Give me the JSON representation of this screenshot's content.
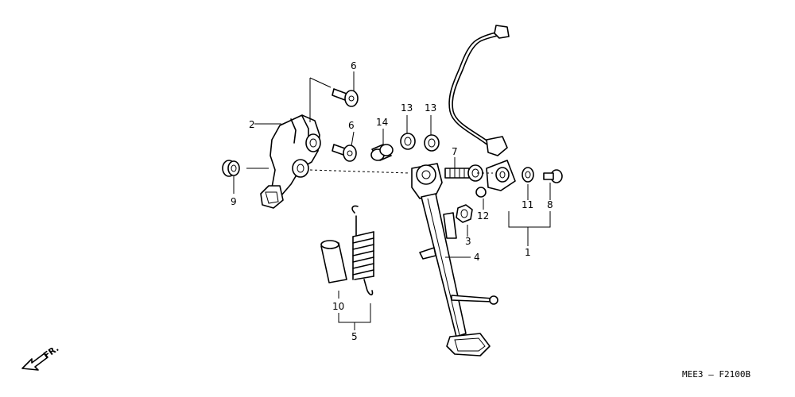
{
  "labels": {
    "l1": "1",
    "l2": "2",
    "l3": "3",
    "l4": "4",
    "l5": "5",
    "l6a": "6",
    "l6b": "6",
    "l7": "7",
    "l8": "8",
    "l9": "9",
    "l10": "10",
    "l11": "11",
    "l12": "12",
    "l13a": "13",
    "l13b": "13",
    "l14": "14"
  },
  "direction": "FR.",
  "diagram_code": "MEE3 – F2100B"
}
